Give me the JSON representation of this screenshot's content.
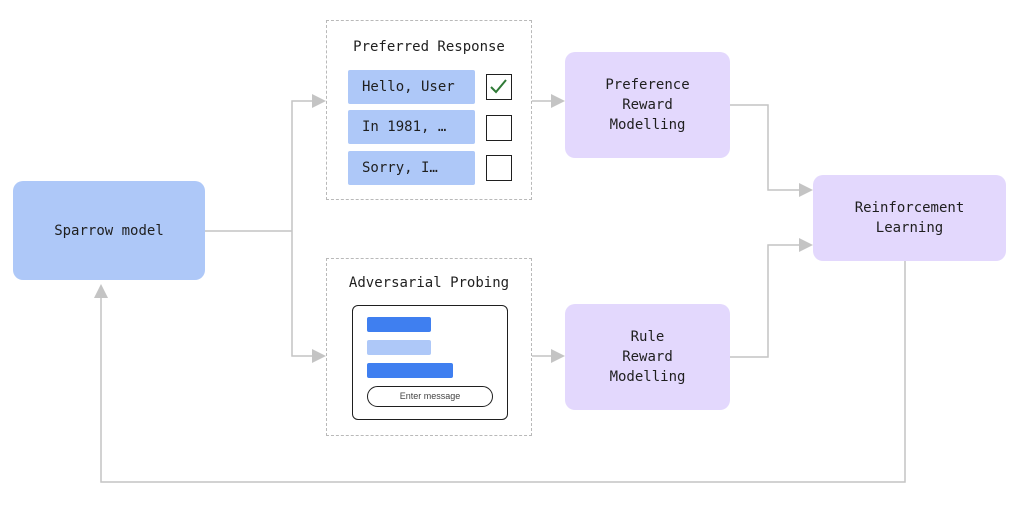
{
  "nodes": {
    "sparrow": "Sparrow model",
    "preference_reward": "Preference\nReward\nModelling",
    "rule_reward": "Rule\nReward\nModelling",
    "reinforcement_learning": "Reinforcement\nLearning"
  },
  "preferred_response": {
    "title": "Preferred Response",
    "responses": [
      {
        "text": "Hello, User",
        "checked": true
      },
      {
        "text": "In 1981, …",
        "checked": false
      },
      {
        "text": "Sorry, I…",
        "checked": false
      }
    ]
  },
  "adversarial_probing": {
    "title": "Adversarial Probing",
    "input_placeholder": "Enter message"
  },
  "colors": {
    "model_blue": "#aec8f8",
    "reward_purple": "#e3d8fd",
    "bubble_dark": "#3f7ff0",
    "bubble_light": "#aec8f8",
    "connector": "#c4c4c4",
    "check_green": "#2f7a36"
  }
}
